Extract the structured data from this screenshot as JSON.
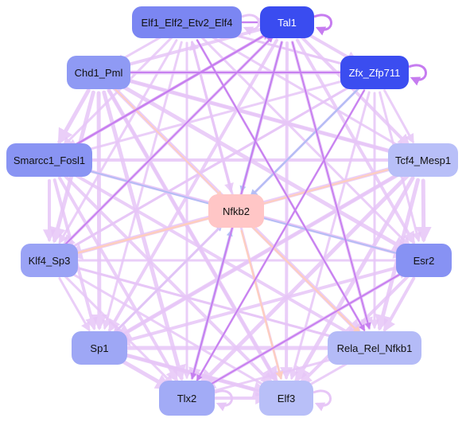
{
  "nodes": [
    {
      "id": "elf1",
      "label": "Elf1_Elf2_Etv2_Elf4",
      "color": "#7b86f2",
      "text": "dark-on-light"
    },
    {
      "id": "tal1",
      "label": "Tal1",
      "color": "#3a4cf0",
      "text": "light"
    },
    {
      "id": "chd1",
      "label": "Chd1_Pml",
      "color": "#8f9af4",
      "text": "dark-on-light"
    },
    {
      "id": "zfx",
      "label": "Zfx_Zfp711",
      "color": "#3b4df0",
      "text": "light"
    },
    {
      "id": "smarcc1",
      "label": "Smarcc1_Fosl1",
      "color": "#8994f3",
      "text": "dark-on-light"
    },
    {
      "id": "tcf4",
      "label": "Tcf4_Mesp1",
      "color": "#b8bff8",
      "text": "dark-on-light"
    },
    {
      "id": "nfkb2",
      "label": "Nfkb2",
      "color": "#ffc6c6",
      "text": "dark-on-light"
    },
    {
      "id": "klf4",
      "label": "Klf4_Sp3",
      "color": "#9aa3f5",
      "text": "dark-on-light"
    },
    {
      "id": "esr2",
      "label": "Esr2",
      "color": "#8792f3",
      "text": "dark-on-light"
    },
    {
      "id": "sp1",
      "label": "Sp1",
      "color": "#9ea7f5",
      "text": "dark-on-light"
    },
    {
      "id": "rela",
      "label": "Rela_Rel_Nfkb1",
      "color": "#b4bbf7",
      "text": "dark-on-light"
    },
    {
      "id": "tlx2",
      "label": "Tlx2",
      "color": "#a2abf6",
      "text": "dark-on-light"
    },
    {
      "id": "elf3",
      "label": "Elf3",
      "color": "#b8bff8",
      "text": "dark-on-light"
    }
  ],
  "edge_colors": {
    "default": "#e7c6f7",
    "strong": "#c67cf0",
    "blue": "#b3bdf5",
    "peach": "#ffcfbf"
  }
}
